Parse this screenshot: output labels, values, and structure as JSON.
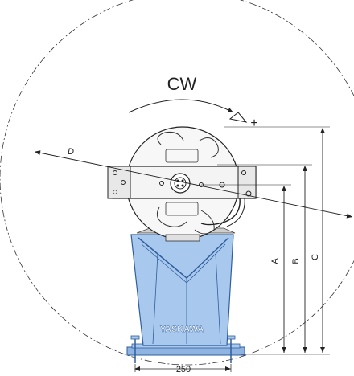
{
  "labels": {
    "rotation_direction": "CW",
    "plus_sign": "+",
    "diameter": "D",
    "height_a": "A",
    "height_b": "B",
    "height_c": "C",
    "base_width": "250",
    "brand": "YASKAWA"
  },
  "colors": {
    "line": "#222222",
    "pedestal_fill": "#a9c8ee",
    "pedestal_stroke": "#2f5f9c",
    "base_fill": "#8fb4e2",
    "arm_fill": "#f4f4f4"
  }
}
